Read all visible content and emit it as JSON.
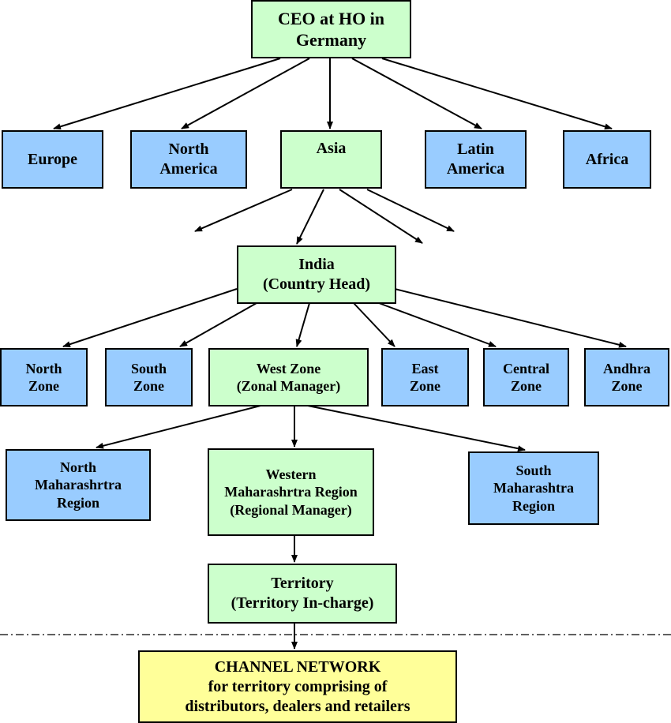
{
  "colors": {
    "primary_path": "#ccffcc",
    "other_branch": "#99ccff",
    "channel": "#ffff99",
    "border": "#000000"
  },
  "ceo": {
    "line1": "CEO at HO in",
    "line2": "Germany"
  },
  "regions": {
    "europe": {
      "line1": "Europe"
    },
    "north_america": {
      "line1": "North",
      "line2": "America"
    },
    "asia": {
      "line1": "Asia"
    },
    "latin_america": {
      "line1": "Latin",
      "line2": "America"
    },
    "africa": {
      "line1": "Africa"
    }
  },
  "india": {
    "line1": "India",
    "line2": "(Country Head)"
  },
  "zones": {
    "north": {
      "line1": "North",
      "line2": "Zone"
    },
    "south": {
      "line1": "South",
      "line2": "Zone"
    },
    "west": {
      "line1": "West Zone",
      "line2": "(Zonal Manager)"
    },
    "east": {
      "line1": "East",
      "line2": "Zone"
    },
    "central": {
      "line1": "Central",
      "line2": "Zone"
    },
    "andhra": {
      "line1": "Andhra",
      "line2": "Zone"
    }
  },
  "maharashtra_regions": {
    "north": {
      "line1": "North",
      "line2": "Maharashrtra",
      "line3": "Region"
    },
    "western": {
      "line1": "Western",
      "line2": "Maharashrtra Region",
      "line3": "(Regional Manager)"
    },
    "south": {
      "line1": "South",
      "line2": "Maharashtra",
      "line3": "Region"
    }
  },
  "territory": {
    "line1": "Territory",
    "line2": "(Territory In-charge)"
  },
  "channel": {
    "line1": "CHANNEL NETWORK",
    "line2": "for territory comprising of",
    "line3": "distributors, dealers and retailers"
  }
}
